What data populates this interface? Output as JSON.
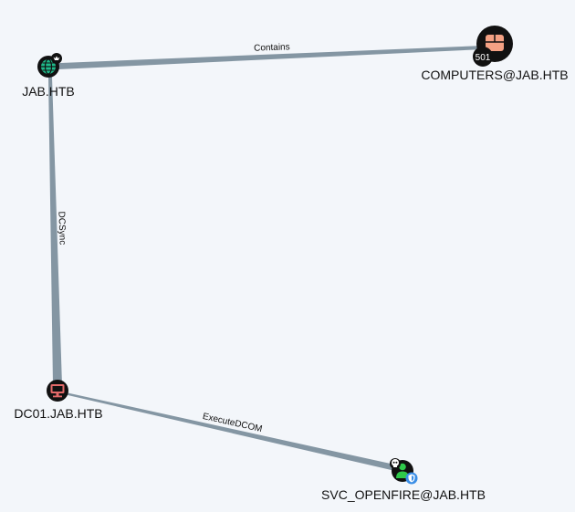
{
  "graph": {
    "nodes": {
      "domain": {
        "label": "JAB.HTB",
        "type": "domain",
        "icon": "globe-icon",
        "badge_icon": "crown-icon"
      },
      "computers_group": {
        "label": "COMPUTERS@JAB.HTB",
        "type": "group",
        "icon": "group-box-icon",
        "member_count": "501"
      },
      "dc": {
        "label": "DC01.JAB.HTB",
        "type": "computer",
        "icon": "monitor-icon"
      },
      "user": {
        "label": "SVC_OPENFIRE@JAB.HTB",
        "type": "user",
        "icon": "user-icon",
        "badges": [
          "skull-icon",
          "shield-icon"
        ]
      }
    },
    "edges": {
      "contains": {
        "label": "Contains",
        "source": "domain",
        "target": "computers_group"
      },
      "dcsync": {
        "label": "DCSync",
        "source": "domain",
        "target": "dc"
      },
      "executedcom": {
        "label": "ExecuteDCOM",
        "source": "dc",
        "target": "user"
      }
    },
    "colors": {
      "background": "#f3f6fa",
      "edge": "#8496a3",
      "node_ring": "#111111",
      "domain_fill": "#1fba8a",
      "group_fill": "#f4a184",
      "computer_fill": "#e36a6a",
      "user_fill": "#2fc94b",
      "shield_fill": "#3a8ee6"
    }
  }
}
